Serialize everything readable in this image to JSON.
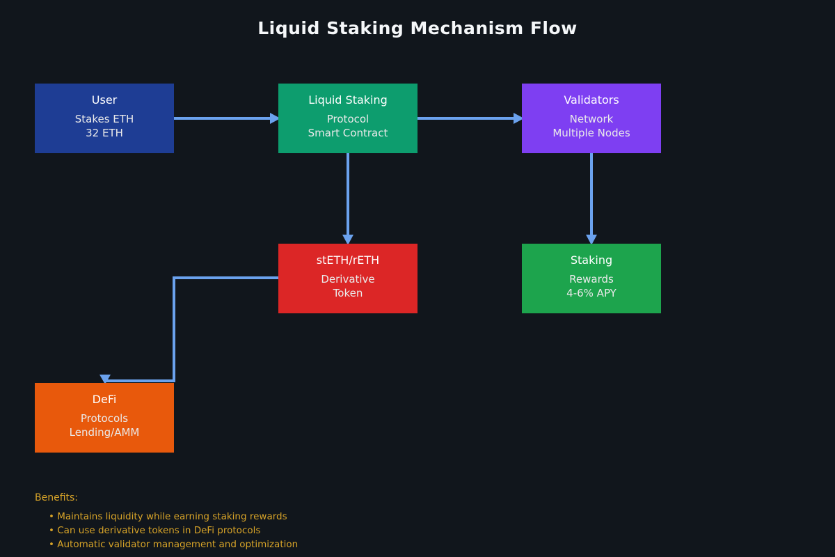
{
  "title": "Liquid Staking Mechanism Flow",
  "colors": {
    "background": "#11161c",
    "arrow": "#6ba2ee",
    "title_text": "#f5f7f9",
    "node_text": "#ffffff",
    "benefits_text": "#d8a428",
    "node_user": "#1e3d94",
    "node_protocol": "#0d9d6e",
    "node_validators": "#7e3ff2",
    "node_derivative": "#dc2626",
    "node_rewards": "#1da44d",
    "node_defi": "#e8590c"
  },
  "nodes": [
    {
      "id": "user",
      "title": "User",
      "line1": "Stakes ETH",
      "line2": "32 ETH",
      "color": "#1e3d94"
    },
    {
      "id": "protocol",
      "title": "Liquid Staking",
      "line1": "Protocol",
      "line2": "Smart Contract",
      "color": "#0d9d6e"
    },
    {
      "id": "validators",
      "title": "Validators",
      "line1": "Network",
      "line2": "Multiple Nodes",
      "color": "#7e3ff2"
    },
    {
      "id": "derivative",
      "title": "stETH/rETH",
      "line1": "Derivative",
      "line2": "Token",
      "color": "#dc2626"
    },
    {
      "id": "rewards",
      "title": "Staking",
      "line1": "Rewards",
      "line2": "4-6% APY",
      "color": "#1da44d"
    },
    {
      "id": "defi",
      "title": "DeFi",
      "line1": "Protocols",
      "line2": "Lending/AMM",
      "color": "#e8590c"
    }
  ],
  "benefits": {
    "heading": "Benefits:",
    "items": [
      "• Maintains liquidity while earning staking rewards",
      "• Can use derivative tokens in DeFi protocols",
      "• Automatic validator management and optimization"
    ]
  }
}
